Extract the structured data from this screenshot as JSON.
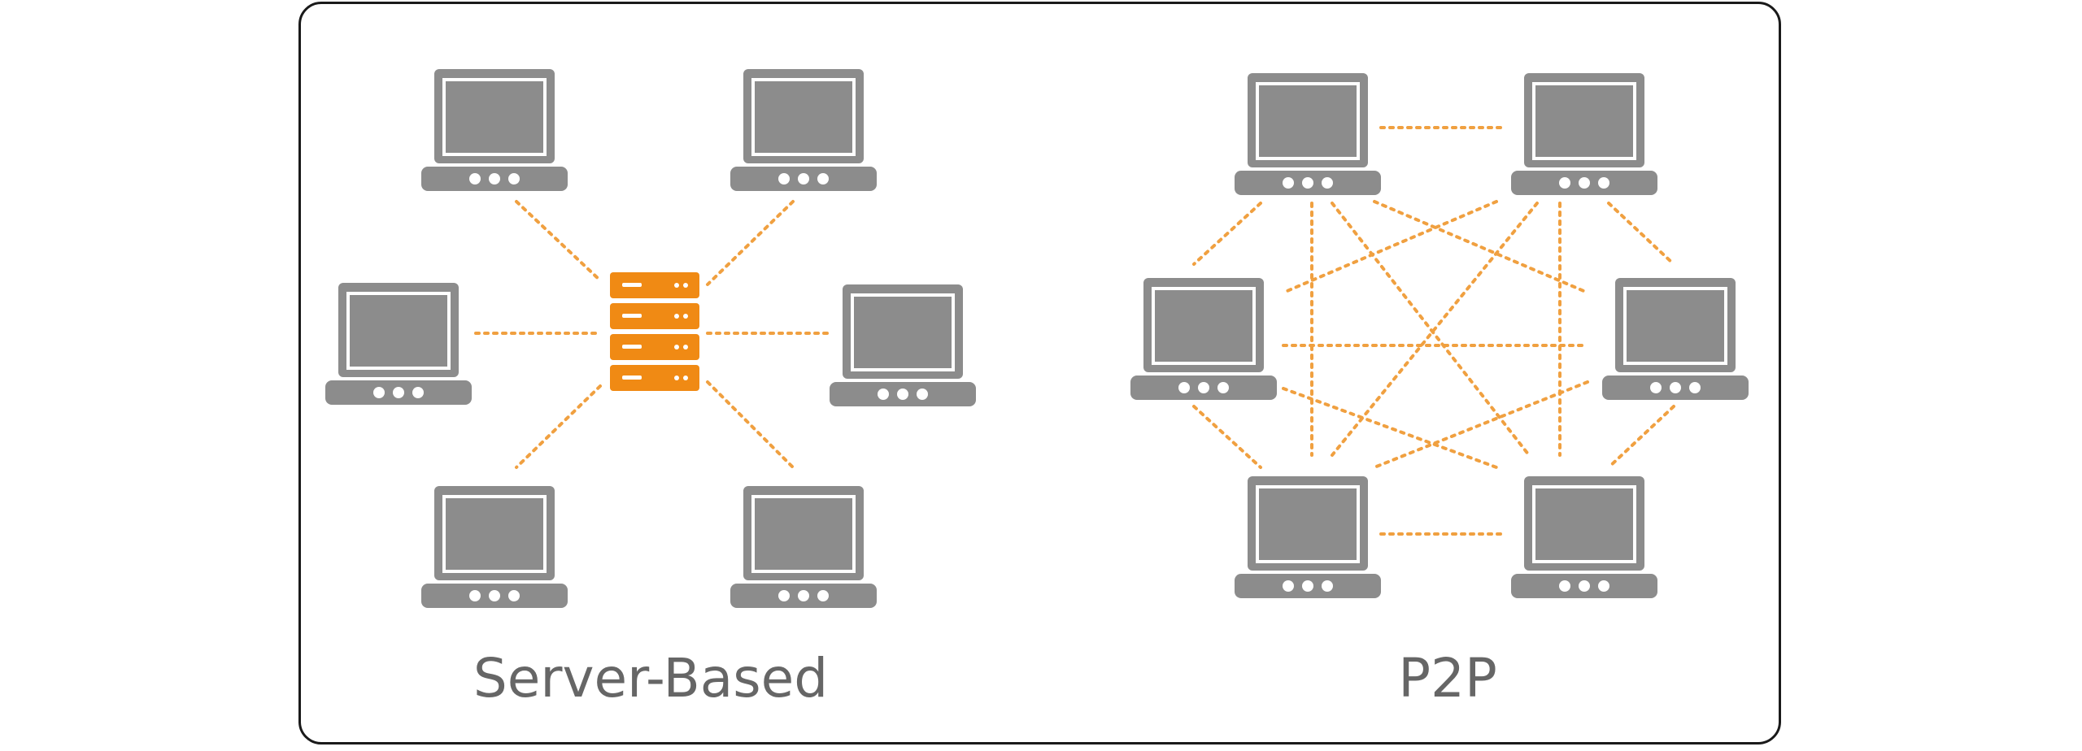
{
  "colors": {
    "laptop": "#8c8c8c",
    "laptop_dots": "#ffffff",
    "server": "#f08a14",
    "server_slots": "#ffffff",
    "connection": "#f0a040",
    "frame_border": "#1a1a1a",
    "caption_text": "#666666"
  },
  "icons": {
    "client": "laptop-icon",
    "server": "server-rack-icon"
  },
  "left_diagram": {
    "caption": "Server-Based",
    "topology": "star",
    "client_count": 6,
    "hub": "server"
  },
  "right_diagram": {
    "caption": "P2P",
    "topology": "full-mesh",
    "peer_count": 6
  }
}
